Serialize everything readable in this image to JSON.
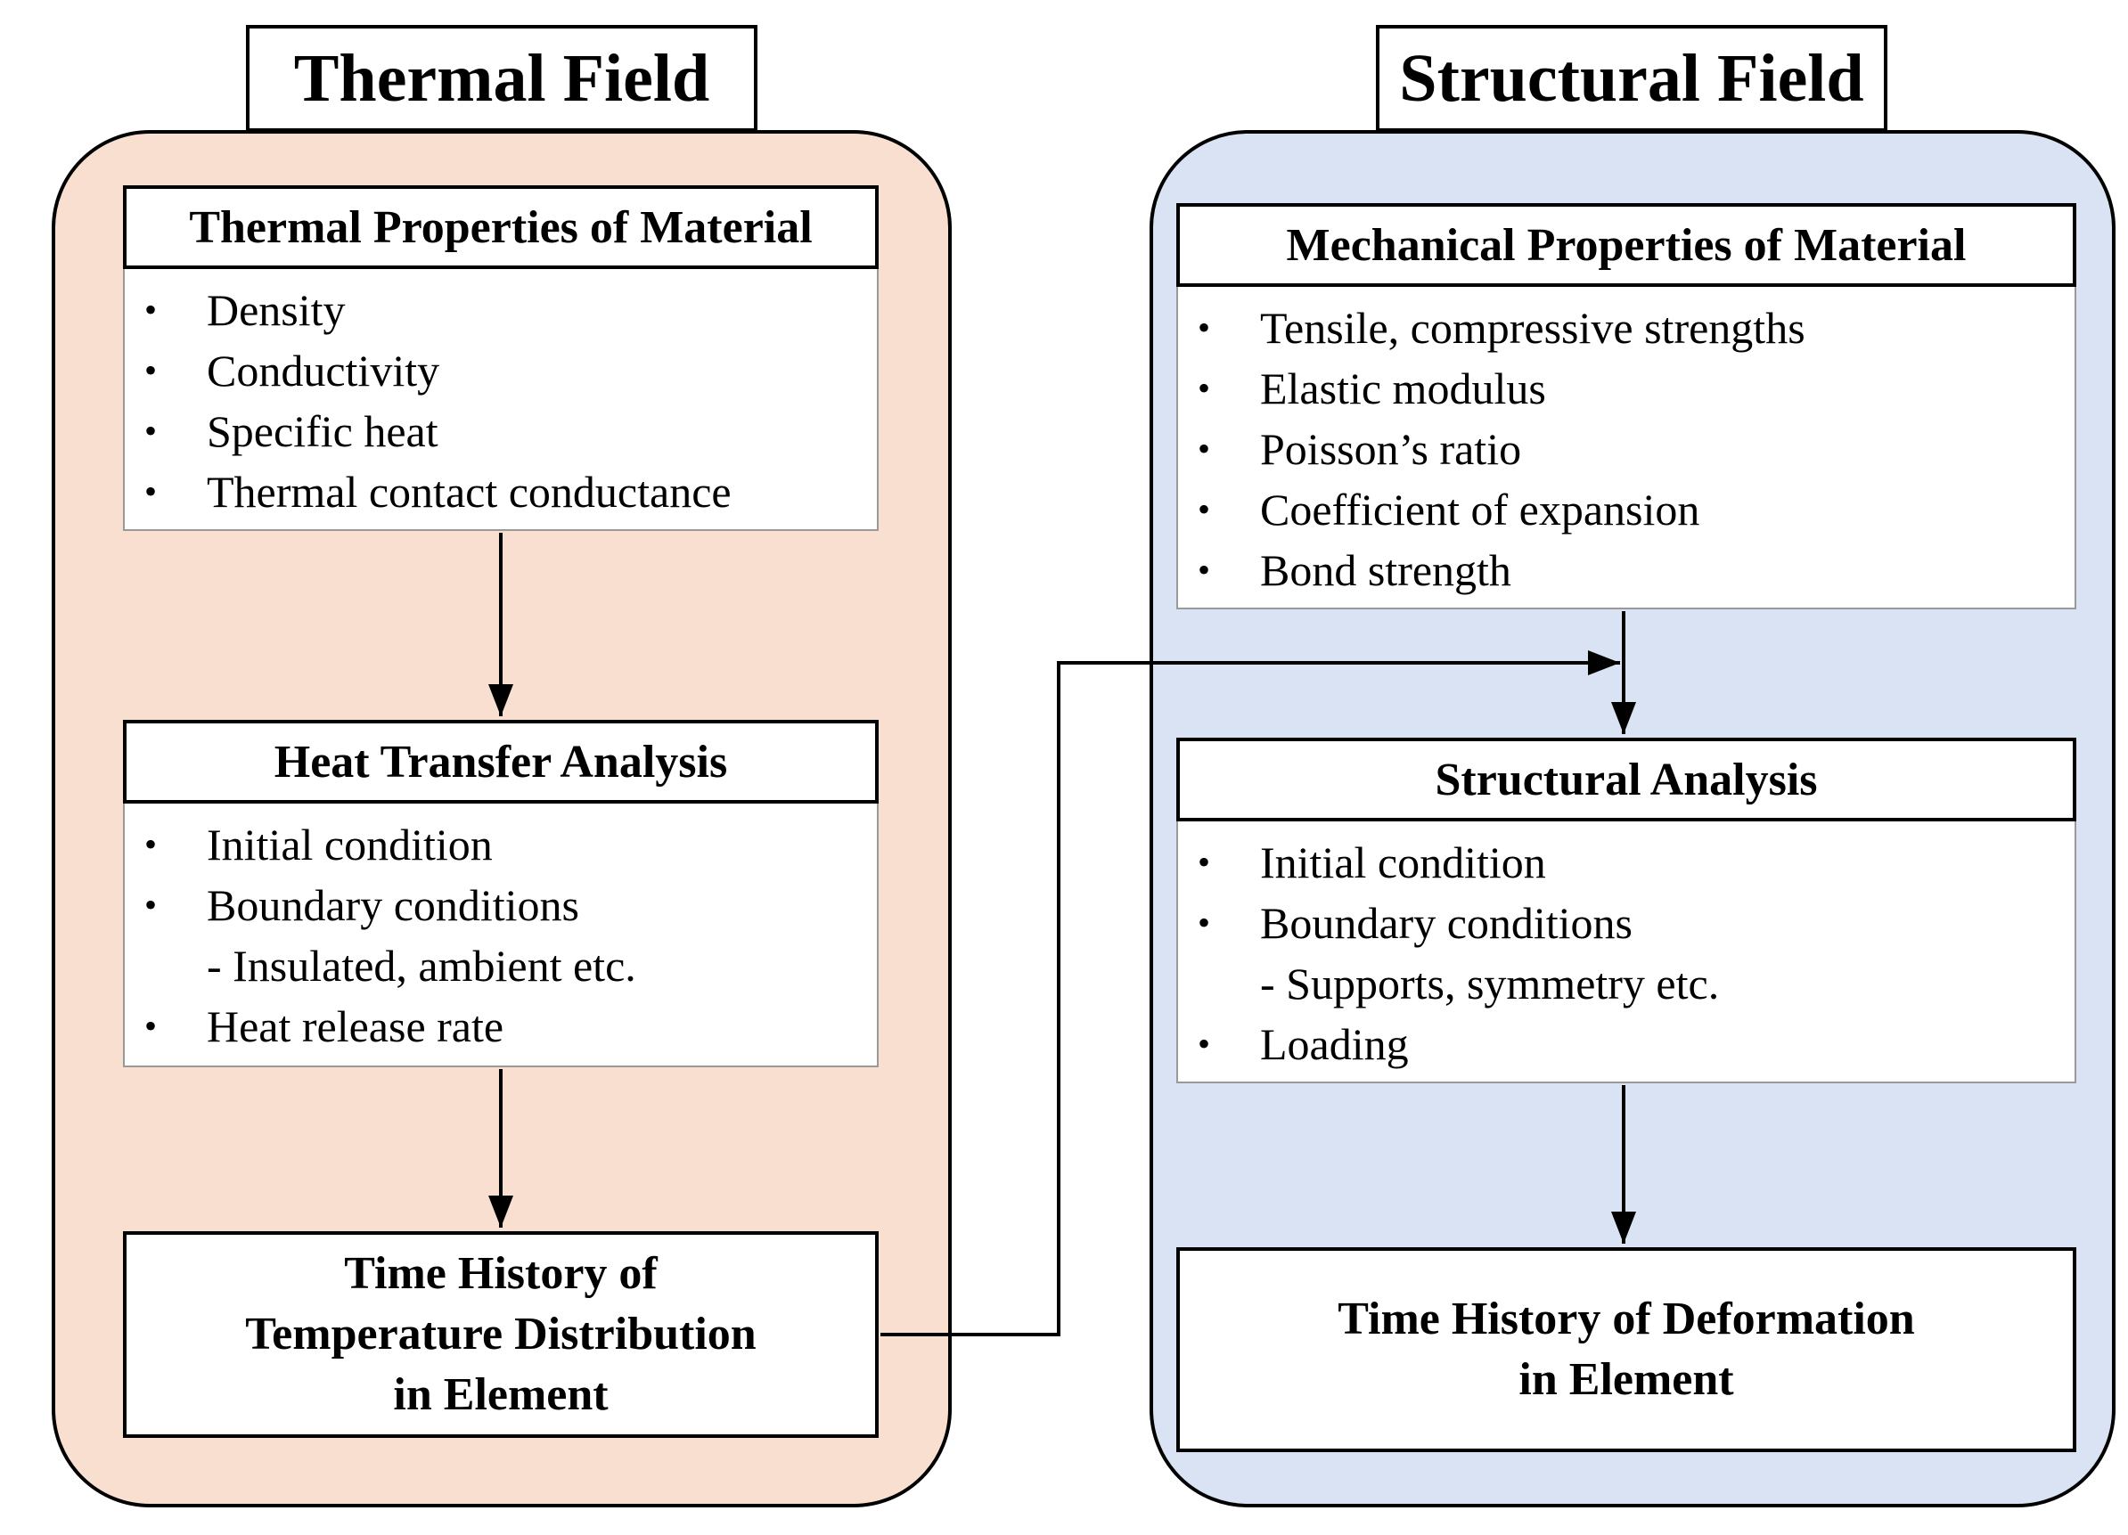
{
  "colors": {
    "thermal_panel": "#f9dfd0",
    "structural_panel": "#d9e3f3",
    "line": "#000000"
  },
  "thermal": {
    "title": "Thermal Field",
    "properties": {
      "heading": "Thermal Properties of Material",
      "items": [
        "Density",
        "Conductivity",
        "Specific heat",
        "Thermal contact conductance"
      ]
    },
    "analysis": {
      "heading": "Heat Transfer Analysis",
      "items": [
        "Initial condition",
        "Boundary conditions",
        "- Insulated, ambient etc.",
        "Heat release rate"
      ]
    },
    "result": {
      "lines": [
        "Time History of",
        "Temperature Distribution",
        "in Element"
      ]
    }
  },
  "structural": {
    "title": "Structural Field",
    "properties": {
      "heading": "Mechanical Properties of Material",
      "items": [
        "Tensile, compressive strengths",
        "Elastic modulus",
        "Poisson’s ratio",
        "Coefficient of expansion",
        "Bond strength"
      ]
    },
    "analysis": {
      "heading": "Structural Analysis",
      "items": [
        "Initial condition",
        "Boundary conditions",
        "- Supports, symmetry etc.",
        "Loading"
      ]
    },
    "result": {
      "lines": [
        "Time History of Deformation",
        "in Element"
      ]
    }
  },
  "bullet_glyph": "•"
}
